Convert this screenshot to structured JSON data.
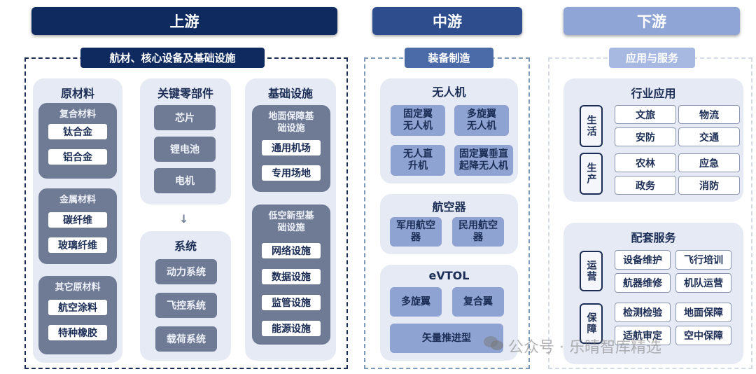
{
  "headers": {
    "upstream": "上游",
    "midstream": "中游",
    "downstream": "下游"
  },
  "colors": {
    "upstream": "#0f2a5e",
    "midstream": "#2e4d8c",
    "downstream": "#8ea5d6"
  },
  "upstream": {
    "label": "航材、核心设备及基础设施",
    "raw_materials": {
      "title": "原材料",
      "groups": [
        {
          "title": "复合材料",
          "items": [
            "钛合金",
            "铝合金"
          ]
        },
        {
          "title": "金属材料",
          "items": [
            "碳纤维",
            "玻璃纤维"
          ]
        },
        {
          "title": "其它原材料",
          "items": [
            "航空涂料",
            "特种橡胶"
          ]
        }
      ]
    },
    "key_parts": {
      "title": "关键零部件",
      "items": [
        "芯片",
        "锂电池",
        "电机"
      ]
    },
    "arrow": "↓",
    "systems": {
      "title": "系统",
      "items": [
        "动力系统",
        "飞控系统",
        "载荷系统"
      ]
    },
    "infrastructure": {
      "title": "基础设施",
      "groups": [
        {
          "title": "地面保障基础设施",
          "items": [
            "通用机场",
            "专用场地"
          ]
        },
        {
          "title": "低空新型基础设施",
          "items": [
            "网络设施",
            "数据设施",
            "监管设施",
            "能源设施"
          ]
        }
      ]
    }
  },
  "midstream": {
    "label": "装备制造",
    "drone": {
      "title": "无人机",
      "items": [
        "固定翼无人机",
        "多旋翼无人机",
        "无人直升机",
        "固定翼垂直起降无人机"
      ]
    },
    "aircraft": {
      "title": "航空器",
      "items": [
        "军用航空器",
        "民用航空器"
      ]
    },
    "evtol": {
      "title": "eVTOL",
      "items": [
        "多旋翼",
        "复合翼",
        "矢量推进型"
      ]
    }
  },
  "downstream": {
    "label": "应用与服务",
    "industry": {
      "title": "行业应用",
      "groups": [
        {
          "title": "生活",
          "items": [
            "文旅",
            "物流",
            "安防",
            "交通"
          ]
        },
        {
          "title": "生产",
          "items": [
            "农林",
            "应急",
            "政务",
            "消防"
          ]
        }
      ]
    },
    "services": {
      "title": "配套服务",
      "groups": [
        {
          "title": "运营",
          "items": [
            "设备维护",
            "飞行培训",
            "航器维修",
            "机队运营"
          ]
        },
        {
          "title": "保障",
          "items": [
            "检测检验",
            "地面保障",
            "适航审定",
            "空中保障"
          ]
        }
      ]
    }
  },
  "watermark": "公众号 · 乐晴智库精选"
}
